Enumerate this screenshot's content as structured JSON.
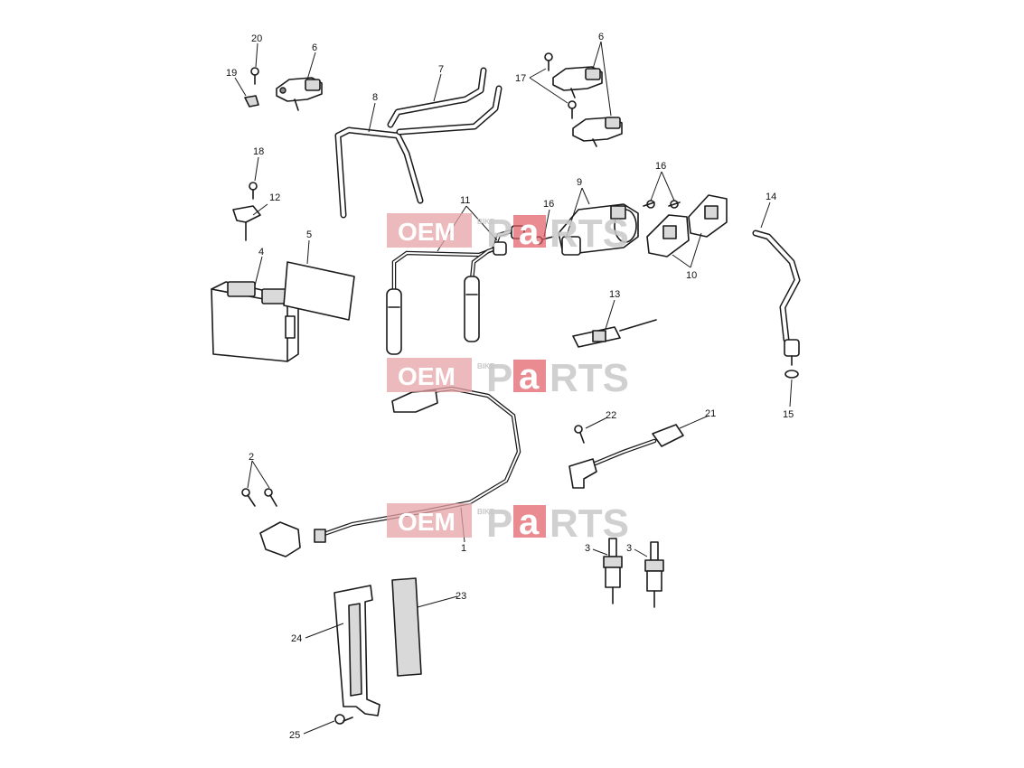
{
  "watermark": {
    "oem": "OEM",
    "bike": "BIKE",
    "p": "P",
    "a": "a",
    "rts": "RTS"
  },
  "callouts": {
    "n1": "1",
    "n2": "2",
    "n3a": "3",
    "n3b": "3",
    "n4": "4",
    "n5": "5",
    "n6a": "6",
    "n6b": "6",
    "n7": "7",
    "n8": "8",
    "n9": "9",
    "n10": "10",
    "n11": "11",
    "n12": "12",
    "n13": "13",
    "n14": "14",
    "n15": "15",
    "n16a": "16",
    "n16b": "16",
    "n17": "17",
    "n18": "18",
    "n19": "19",
    "n20": "20",
    "n21": "21",
    "n22": "22",
    "n23": "23",
    "n24": "24",
    "n25": "25"
  }
}
